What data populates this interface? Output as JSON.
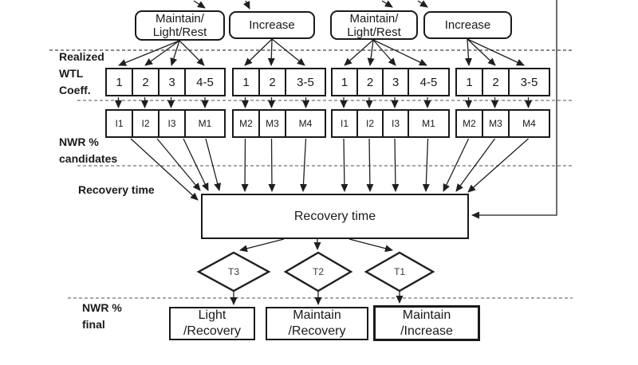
{
  "colors": {
    "line": "#1f1f1f",
    "dashed_guide": "#8a8a8a",
    "text": "#1a1a1a",
    "background": "#ffffff"
  },
  "side_labels": {
    "realized_wtl": "Realized\nWTL\nCoeff.",
    "nwr_candidates": "NWR %\ncandidates",
    "recovery_time": "Recovery time",
    "nwr_final": "NWR %\nfinal"
  },
  "strategies": [
    "Maintain/\nLight/Rest",
    "Increase",
    "Maintain/\nLight/Rest",
    "Increase"
  ],
  "wtl_groups": [
    [
      "1",
      "2",
      "3",
      "4-5"
    ],
    [
      "1",
      "2",
      "3-5"
    ],
    [
      "1",
      "2",
      "3",
      "4-5"
    ],
    [
      "1",
      "2",
      "3-5"
    ]
  ],
  "candidate_groups": [
    [
      "I1",
      "I2",
      "I3",
      "M1"
    ],
    [
      "M2",
      "M3",
      "M4"
    ],
    [
      "I1",
      "I2",
      "I3",
      "M1"
    ],
    [
      "M2",
      "M3",
      "M4"
    ]
  ],
  "recovery_box": {
    "label": "Recovery time"
  },
  "decision_nodes": [
    "T3",
    "T2",
    "T1"
  ],
  "final_boxes": [
    "Light\n/Recovery",
    "Maintain\n/Recovery",
    "Maintain\n/Increase"
  ]
}
